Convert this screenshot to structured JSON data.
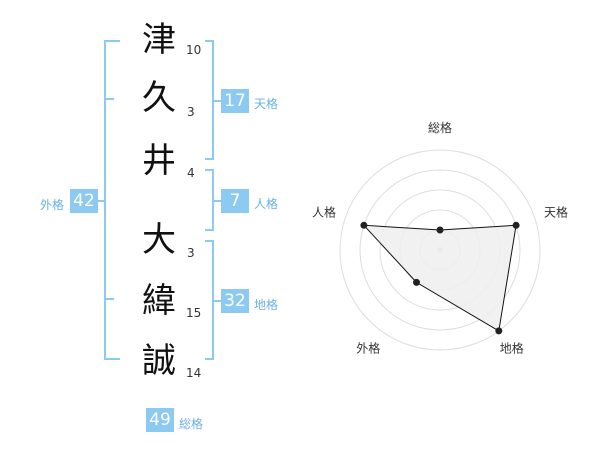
{
  "name": {
    "chars": [
      {
        "char": "津",
        "strokes": "10"
      },
      {
        "char": "久",
        "strokes": "3"
      },
      {
        "char": "井",
        "strokes": "4"
      },
      {
        "char": "大",
        "strokes": "3"
      },
      {
        "char": "緯",
        "strokes": "15"
      },
      {
        "char": "誠",
        "strokes": "14"
      }
    ]
  },
  "kakusu": {
    "tenkaku": {
      "value": "17",
      "label": "天格"
    },
    "jinkaku": {
      "value": "7",
      "label": "人格"
    },
    "chikaku": {
      "value": "32",
      "label": "地格"
    },
    "gaikaku": {
      "value": "42",
      "label": "外格"
    },
    "soukaku": {
      "value": "49",
      "label": "総格"
    }
  },
  "colors": {
    "bracket": "#8ccaf2",
    "box": "#8ccaf2",
    "label": "#6ab0e8",
    "radar_fill": "#efefef",
    "radar_ring": "#dddddd",
    "radar_line": "#111111"
  },
  "chart_data": {
    "type": "radar",
    "axes": [
      "総格",
      "天格",
      "地格",
      "外格",
      "人格"
    ],
    "values": [
      1,
      4,
      5,
      2,
      4
    ],
    "rmax": 5
  }
}
